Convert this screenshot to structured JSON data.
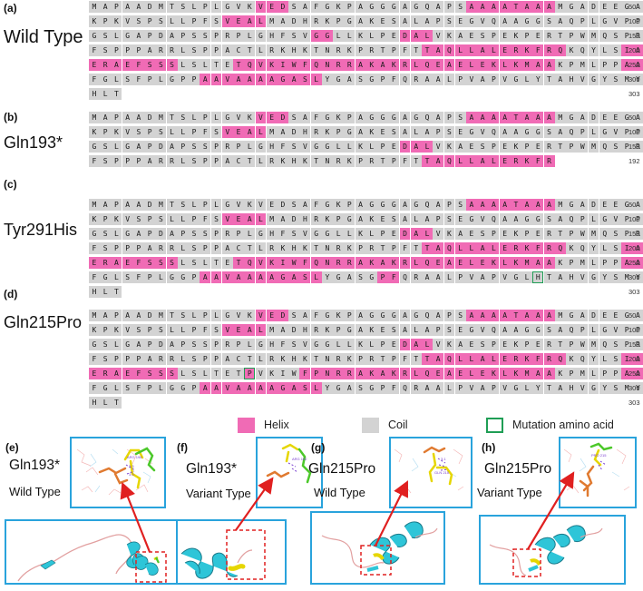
{
  "panels": [
    {
      "label": "(a)",
      "name": "Wild Type",
      "rows": [
        {
          "seq": "MAPAADMTSLPLGVKVEDSAFGKPAGGGAGQAPSAAAATAAAMGADEEGA",
          "num": "50",
          "helix": [
            [
              15,
              17
            ],
            [
              34,
              41
            ]
          ],
          "mut": []
        },
        {
          "seq": "KPKVSPSLLPFSVEALMADHRKPGAKESALAPSEGVQAAGGSAQPLGVPP",
          "num": "100",
          "helix": [
            [
              12,
              15
            ]
          ],
          "mut": []
        },
        {
          "seq": "GSLGAPDAPSSPRPLGHFSVGGLLKLPEDALVKAESPEKPERTPWMQSPR",
          "num": "150",
          "helix": [
            [
              20,
              21
            ],
            [
              28,
              30
            ]
          ],
          "mut": []
        },
        {
          "seq": "FSPPPARRLSPPACTLRKHKTNRKPRTPFTTAQLLALERKFRQKQYLSIA",
          "num": "200",
          "helix": [
            [
              30,
              42
            ],
            [
              48,
              49
            ]
          ],
          "mut": []
        },
        {
          "seq": "ERAEFSSSLSLTETQVKIWFQNRRAKAKRLQEAELEKLKMAAKPMLPPAA",
          "num": "250",
          "helix": [
            [
              0,
              7
            ],
            [
              13,
              41
            ],
            [
              48,
              49
            ]
          ],
          "mut": []
        },
        {
          "seq": "FGLSFPLGPPAAVAAAAGASLYGASGPFQRAALPVAPVGLYTAHVGYSMY",
          "num": "300",
          "helix": [
            [
              10,
              20
            ]
          ],
          "mut": []
        },
        {
          "seq": "HLT",
          "num": "303",
          "helix": [],
          "mut": []
        }
      ]
    },
    {
      "label": "(b)",
      "name": "Gln193*",
      "rows": [
        {
          "seq": "MAPAADMTSLPLGVKVEDSAFGKPAGGGAGQAPSAAAATAAAMGADEEGA",
          "num": "50",
          "helix": [
            [
              15,
              17
            ],
            [
              34,
              41
            ]
          ],
          "mut": []
        },
        {
          "seq": "KPKVSPSLLPFSVEALMADHRKPGAKESALAPSEGVQAAGGSAQPLGVPP",
          "num": "100",
          "helix": [
            [
              12,
              15
            ]
          ],
          "mut": []
        },
        {
          "seq": "GSLGAPDAPSSPRPLGHFSVGGLLKLPEDALVKAESPEKPERTPWMQSPR",
          "num": "150",
          "helix": [
            [
              28,
              30
            ]
          ],
          "mut": []
        },
        {
          "seq": "FSPPPARRLSPPACTLRKHKTNRKPRTPFTTAQLLALERKFR",
          "num": "192",
          "helix": [
            [
              30,
              41
            ]
          ],
          "mut": []
        }
      ]
    },
    {
      "label": "(c)",
      "name": "Tyr291His",
      "rows": [
        {
          "seq": "MAPAADMTSLPLGVKVEDSAFGKPAGGGAGQAPSAAAATAAAMGADEEGA",
          "num": "50",
          "helix": [
            [
              34,
              41
            ]
          ],
          "mut": []
        },
        {
          "seq": "KPKVSPSLLPFSVEALMADHRKPGAKESALAPSEGVQAAGGSAQPLGVPP",
          "num": "100",
          "helix": [
            [
              12,
              15
            ]
          ],
          "mut": []
        },
        {
          "seq": "GSLGAPDAPSSPRPLGHFSVGGLLKLPEDALVKAESPEKPERTPWMQSPR",
          "num": "150",
          "helix": [
            [
              28,
              30
            ]
          ],
          "mut": []
        },
        {
          "seq": "FSPPPARRLSPPACTLRKHKTNRKPRTPFTTAQLLALERKFRQKQYLSIA",
          "num": "200",
          "helix": [
            [
              30,
              42
            ],
            [
              48,
              49
            ]
          ],
          "mut": []
        },
        {
          "seq": "ERAEFSSSLSLTETQVKIWFQNRRAKAKRLQEAELEKLKMAAKPMLPPAA",
          "num": "250",
          "helix": [
            [
              0,
              7
            ],
            [
              13,
              41
            ],
            [
              48,
              49
            ]
          ],
          "mut": []
        },
        {
          "seq": "FGLSFPLGGPAAVAAAAGASLYGASGPFQRAALPVAPVGLHTAHVGYSMY",
          "num": "300",
          "helix": [
            [
              10,
              20
            ],
            [
              26,
              27
            ]
          ],
          "mut": [
            40
          ]
        },
        {
          "seq": "HLT",
          "num": "303",
          "helix": [],
          "mut": []
        }
      ]
    },
    {
      "label": "(d)",
      "name": "Gln215Pro",
      "rows": [
        {
          "seq": "MAPAADMTSLPLGVKVEDSAFGKPAGGGAGQAPSAAAATAAAMGADEEGA",
          "num": "50",
          "helix": [
            [
              15,
              17
            ],
            [
              34,
              41
            ]
          ],
          "mut": []
        },
        {
          "seq": "KPKVSPSLLPFSVEALMADHRKPGAKESALAPSEGVQAAGGSAQPLGVPP",
          "num": "100",
          "helix": [
            [
              12,
              15
            ]
          ],
          "mut": []
        },
        {
          "seq": "GSLGAPDAPSSPRPLGHFSVGGLLKLPEDALVKAESPEKPERTPWMQSPR",
          "num": "150",
          "helix": [
            [
              28,
              30
            ]
          ],
          "mut": []
        },
        {
          "seq": "FSPPPARRLSPPACTLRKHKTNRKPRTPFTTAQLLALERKFRQKQYLSIA",
          "num": "200",
          "helix": [
            [
              30,
              42
            ],
            [
              48,
              49
            ]
          ],
          "mut": []
        },
        {
          "seq": "ERAEFSSSLSLTETPVKIWFPNRRAKAKRLQEAELEKLKMAAKPMLPPAA",
          "num": "250",
          "helix": [
            [
              0,
              7
            ],
            [
              14,
              14
            ],
            [
              19,
              41
            ],
            [
              48,
              49
            ]
          ],
          "mut": [
            14
          ]
        },
        {
          "seq": "FGLSFPLGGPAAVAAAAGASLYGASGPFQRAALPVAPVGLYTAHVGYSMY",
          "num": "300",
          "helix": [
            [
              10,
              20
            ]
          ],
          "mut": []
        },
        {
          "seq": "HLT",
          "num": "303",
          "helix": [],
          "mut": []
        }
      ]
    }
  ],
  "legend": {
    "helix": "Helix",
    "coil": "Coil",
    "mutation": "Mutation amino acid"
  },
  "colors": {
    "helix": "#f06bb5",
    "coil": "#d3d3d3",
    "mutation": "#1f9e55",
    "frame": "#29a3dc",
    "arrow": "#e02020",
    "ribbon": "#2ec5d8",
    "dashed_box": "#e02020"
  },
  "structures": [
    {
      "label": "(e)",
      "line1": "Gln193*",
      "line2": "Wild Type"
    },
    {
      "label": "(f)",
      "line1": "Gln193*",
      "line2": "Variant Type"
    },
    {
      "label": "(g)",
      "line1": "Gln215Pro",
      "line2": "Wild Type"
    },
    {
      "label": "(h)",
      "line1": "Gln215Pro",
      "line2": "Variant Type"
    }
  ]
}
